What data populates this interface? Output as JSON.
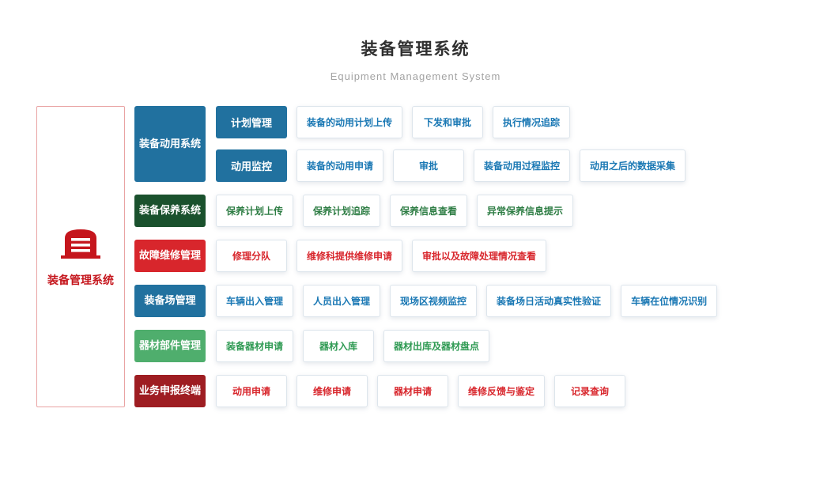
{
  "header": {
    "title": "装备管理系统",
    "subtitle": "Equipment Management System"
  },
  "root": {
    "label": "装备管理系统",
    "icon": "garage-icon",
    "color": "#c5161d",
    "border_color": "#e9a3a3"
  },
  "palette": {
    "blue_fill": "#21719f",
    "blue_text": "#1a78b4",
    "dark_green_fill": "#1a512d",
    "green_text": "#2e7d44",
    "red_fill": "#d8262c",
    "red_text": "#d8262c",
    "green_fill": "#4fae6d",
    "green_text_light": "#2f9a53",
    "dark_red_fill": "#9e1d22",
    "outline_border": "#dde5ec"
  },
  "groups": [
    {
      "name": "equipment-mobilization-system",
      "category": "装备动用系统",
      "fill": "#21719f",
      "text_color": "#1a78b4",
      "rows": [
        {
          "lead": "计划管理",
          "items": [
            "装备的动用计划上传",
            "下发和审批",
            "执行情况追踪"
          ]
        },
        {
          "lead": "动用监控",
          "items": [
            "装备的动用申请",
            "审批",
            "装备动用过程监控",
            "动用之后的数据采集"
          ]
        }
      ]
    },
    {
      "name": "equipment-maintenance-system",
      "category": "装备保养系统",
      "fill": "#1a512d",
      "text_color": "#2e7d44",
      "rows": [
        {
          "lead": null,
          "items": [
            "保养计划上传",
            "保养计划追踪",
            "保养信息查看",
            "异常保养信息提示"
          ]
        }
      ]
    },
    {
      "name": "fault-repair-management",
      "category": "故障维修管理",
      "fill": "#d8262c",
      "text_color": "#d8262c",
      "rows": [
        {
          "lead": null,
          "items": [
            "修理分队",
            "维修科提供维修申请",
            "审批以及故障处理情况查看"
          ]
        }
      ]
    },
    {
      "name": "equipment-yard-management",
      "category": "装备场管理",
      "fill": "#21719f",
      "text_color": "#1a78b4",
      "rows": [
        {
          "lead": null,
          "items": [
            "车辆出入管理",
            "人员出入管理",
            "现场区视频监控",
            "装备场日活动真实性验证",
            "车辆在位情况识别"
          ]
        }
      ]
    },
    {
      "name": "materials-parts-management",
      "category": "器材部件管理",
      "fill": "#4fae6d",
      "text_color": "#2f9a53",
      "rows": [
        {
          "lead": null,
          "items": [
            "装备器材申请",
            "器材入库",
            "器材出库及器材盘点"
          ]
        }
      ]
    },
    {
      "name": "business-declaration-terminal",
      "category": "业务申报终端",
      "fill": "#9e1d22",
      "text_color": "#d8262c",
      "rows": [
        {
          "lead": null,
          "items": [
            "动用申请",
            "维修申请",
            "器材申请",
            "维修反馈与鉴定",
            "记录查询"
          ]
        }
      ]
    }
  ]
}
